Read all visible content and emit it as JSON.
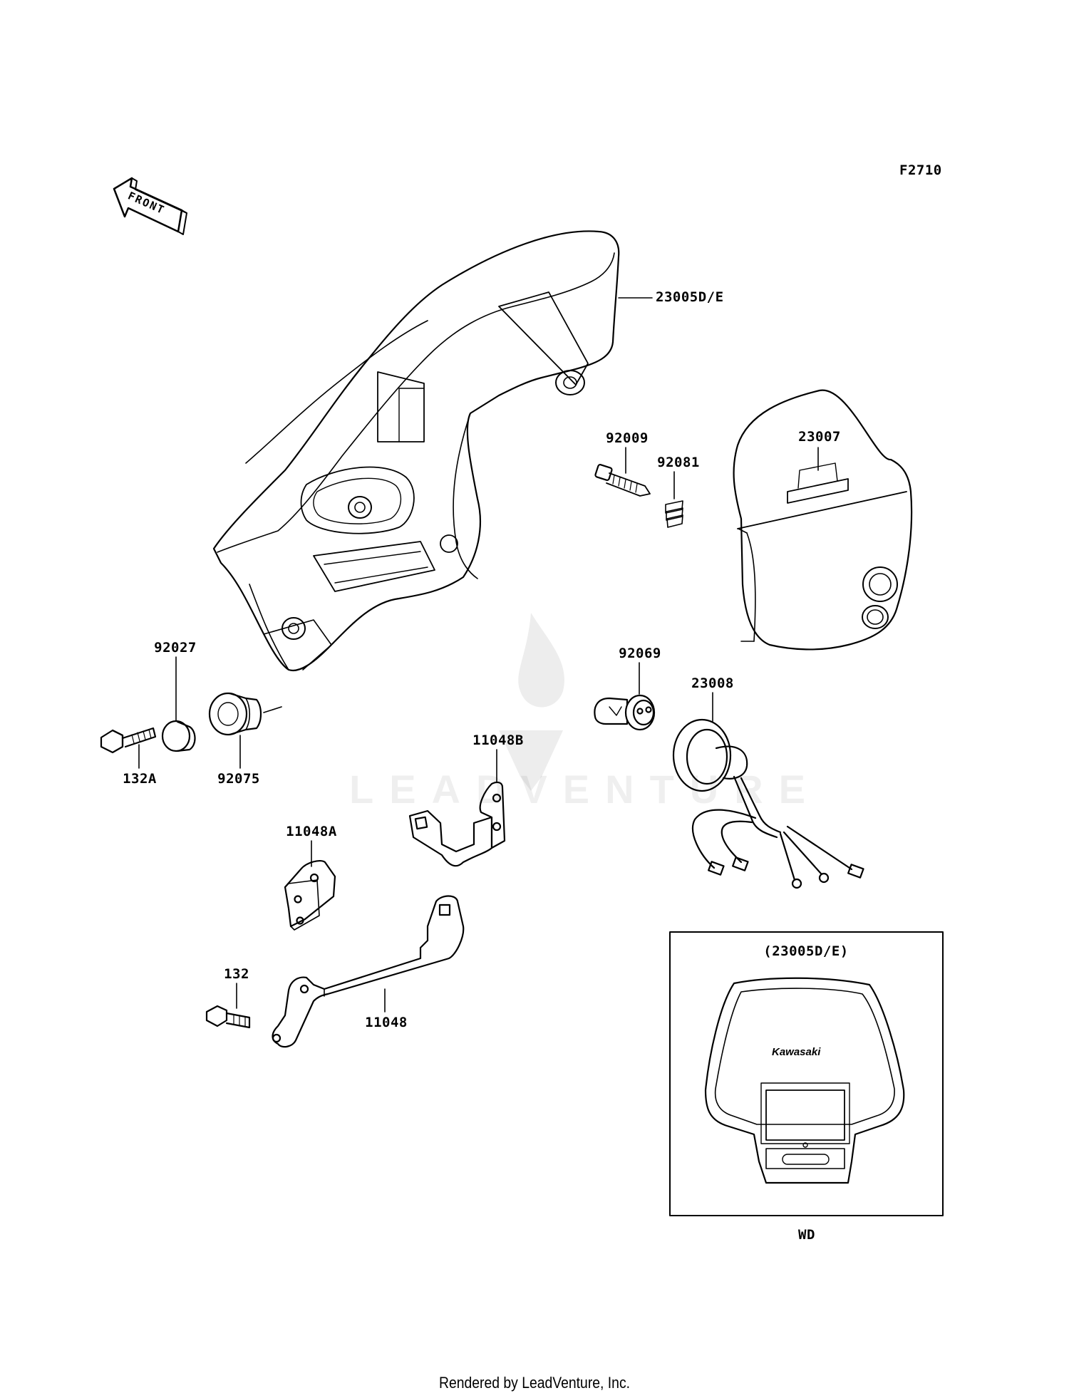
{
  "diagram_code": "F2710",
  "front_label": "FRONT",
  "parts": {
    "cowl": "23005D/E",
    "headlight": "23007",
    "bulb_socket": "23008",
    "bulb": "92069",
    "screw": "92009",
    "spring": "92081",
    "collar": "92027",
    "grommet": "92075",
    "bolt_a": "132A",
    "bolt": "132",
    "bracket": "11048",
    "bracket_a": "11048A",
    "bracket_b": "11048B"
  },
  "inset": {
    "title": "(23005D/E)",
    "model": "WD",
    "brand_text": "Kawasaki"
  },
  "watermark": "LEADVENTURE",
  "footer": "Rendered by LeadVenture, Inc."
}
